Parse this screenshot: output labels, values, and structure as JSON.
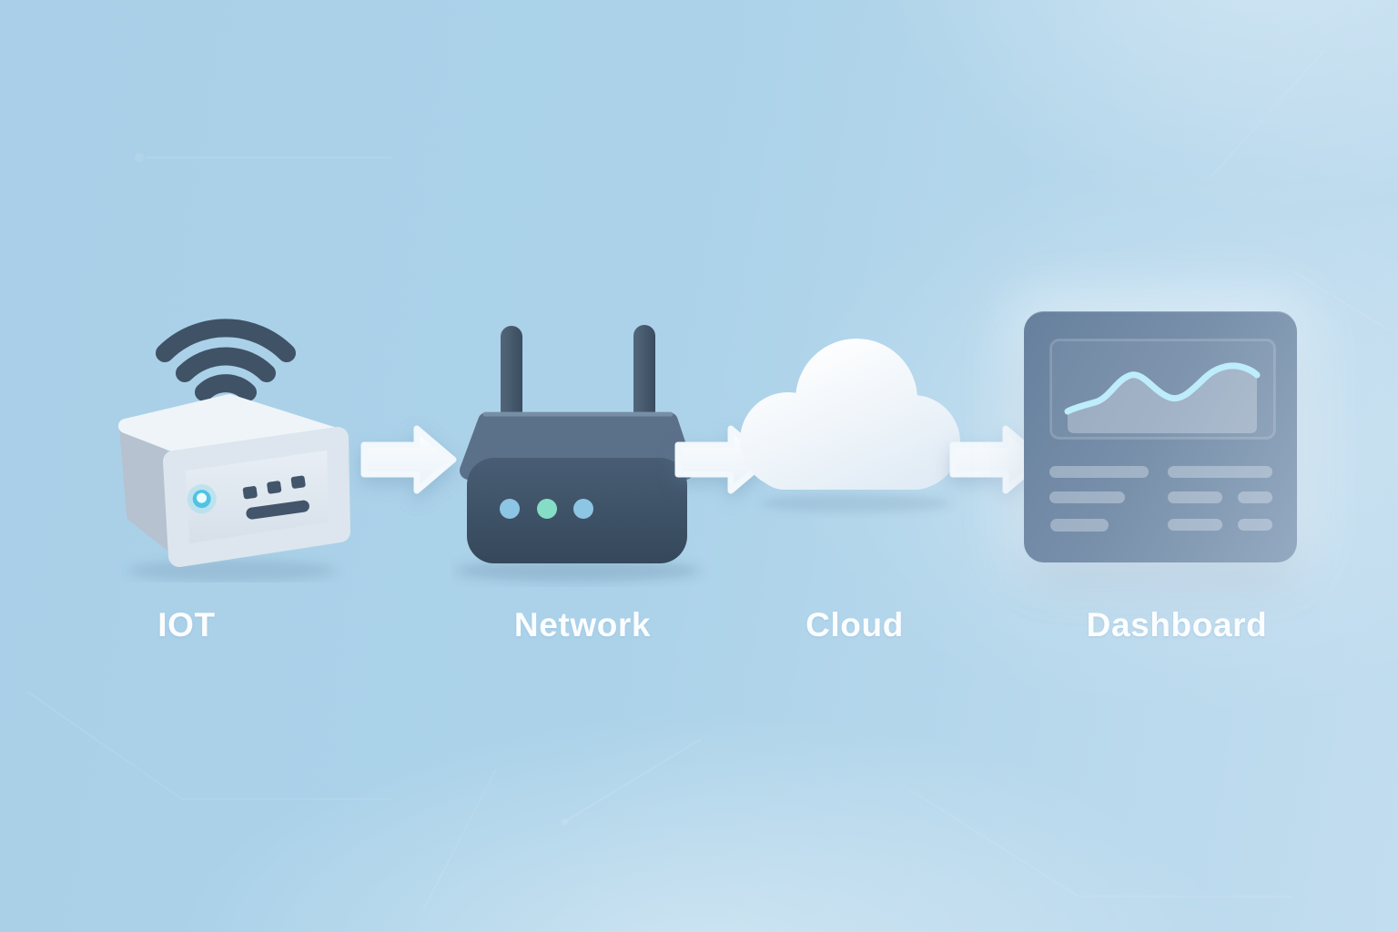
{
  "pipeline": {
    "nodes": [
      {
        "id": "iot",
        "label": "IOT",
        "icon": "iot-device-icon"
      },
      {
        "id": "network",
        "label": "Network",
        "icon": "wifi-router-icon"
      },
      {
        "id": "cloud",
        "label": "Cloud",
        "icon": "cloud-icon"
      },
      {
        "id": "dashboard",
        "label": "Dashboard",
        "icon": "dashboard-panel-icon"
      }
    ],
    "connector": {
      "icon": "arrow-right-icon",
      "count": 3,
      "direction": "right"
    }
  },
  "theme": {
    "background_top": "#a9d0e8",
    "background_bottom": "#c2ddef",
    "label_color": "#fbfdff",
    "dark_slate": "#3f5266",
    "device_body_light": "#e7eef4",
    "router_body": "#435871",
    "cloud_white": "#ffffff",
    "panel_blue": "#7289a5",
    "chart_line_cyan": "#bdedfb",
    "led_cyan": "#4fc3e4",
    "status_dot_blue": "#8dc5e4",
    "status_dot_teal": "#85ddc6",
    "arrow_white": "#f4f9fd"
  }
}
